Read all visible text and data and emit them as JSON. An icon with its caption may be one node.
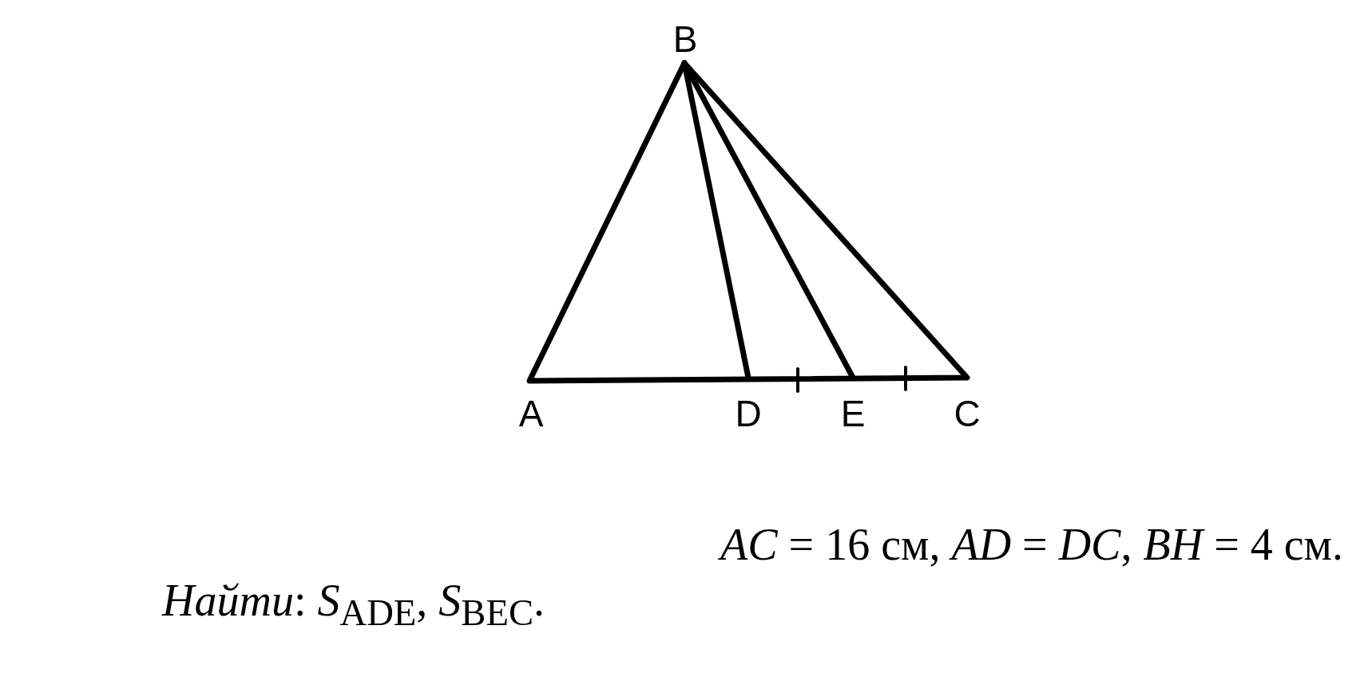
{
  "diagram": {
    "labels": [
      "B",
      "A",
      "D",
      "E",
      "C",
      "*AC* = 16 см, *AD* = *DC*, *BH* = 4 см.",
      "*Найти*: *S*$_{ADE}$, *S*$_{BEC}$."
    ]
  }
}
